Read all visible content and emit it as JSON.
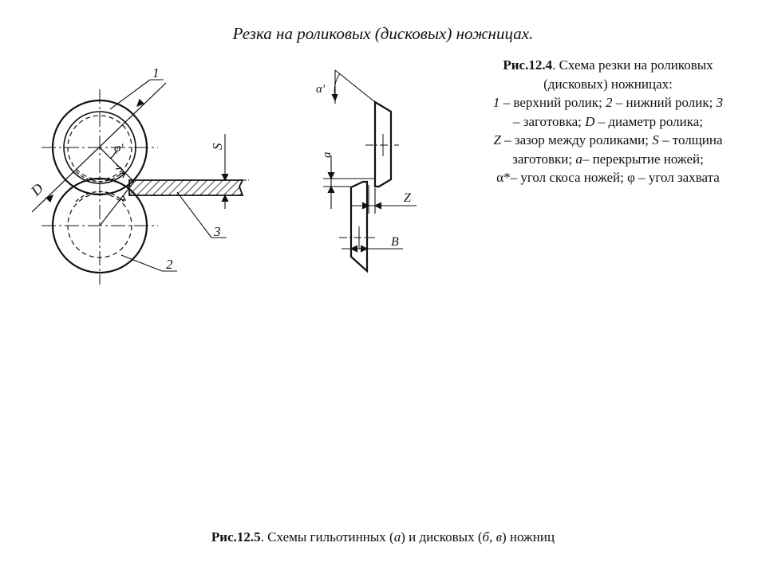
{
  "title": "Резка на роликовых (дисковых) ножницах.",
  "labels": {
    "roll_top": "1",
    "roll_bottom": "2",
    "workpiece": "3",
    "diameter": "D",
    "thickness": "S",
    "grip_angle": "φ'",
    "bevel_angle": "α'",
    "overlap": "a",
    "gap": "Z",
    "width": "B"
  },
  "caption_right": {
    "ref": "Рис.12.4",
    "t1": ". Схема резки на роликовых (дисковых) ножницах:",
    "n1": "1",
    "t2": " – верхний ролик; ",
    "n2": "2",
    "t3": " – нижний ролик; ",
    "n3": "3",
    "t4": " – заготовка; ",
    "nD": "D",
    "t5": " – диаметр ролика;",
    "nZ": "Z",
    "t6": " – зазор между роликами; ",
    "nS": "S",
    "t7": " – толщина заготовки; ",
    "na": "а",
    "t8": "– перекрытие ножей;",
    "t9": "α*– угол скоса ножей; φ  – угол захвата"
  },
  "caption_bottom": {
    "ref": "Рис.12.5",
    "t1": ". Схемы гильотинных (",
    "a": "а",
    "t2": ") и дисковых (",
    "b": "б",
    "t3": ", ",
    "v": "в",
    "t4": ") ножниц"
  }
}
